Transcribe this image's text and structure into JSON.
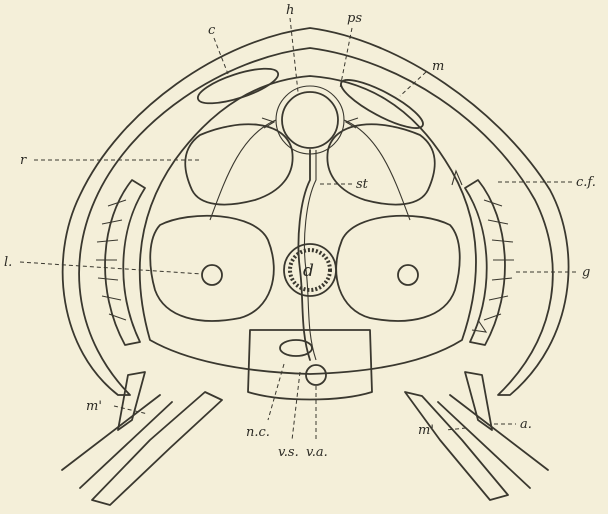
{
  "figure": {
    "labels": {
      "h": "h",
      "ps": "ps",
      "c": "c",
      "m": "m",
      "r": "r",
      "st": "st",
      "cf": "c.f.",
      "l": "l.",
      "d": "d",
      "g": "g",
      "m_prime_left": "m'",
      "m_prime_right": "m'",
      "nc": "n.c.",
      "vs": "v.s.",
      "va": "v.a.",
      "a": "a."
    }
  }
}
